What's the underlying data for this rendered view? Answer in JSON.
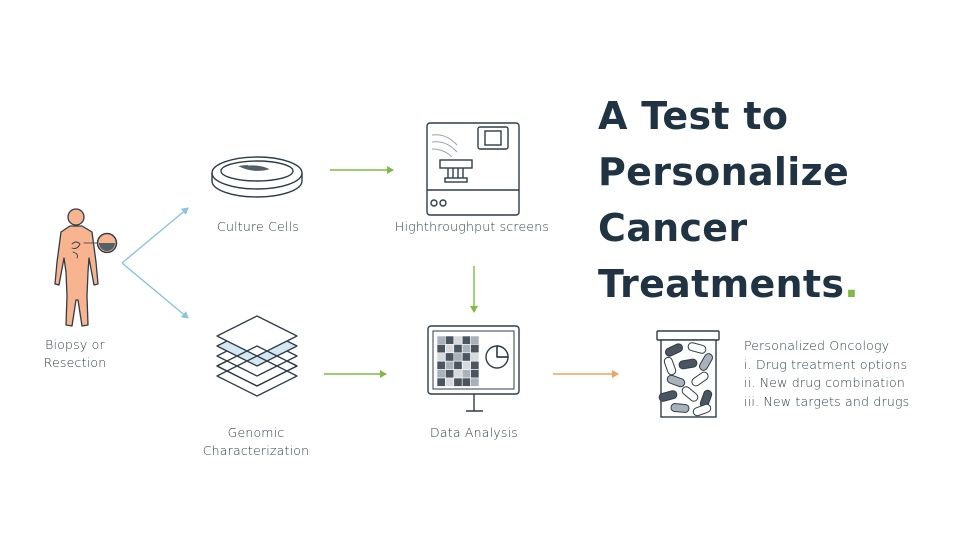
{
  "title": {
    "line1": "A Test to",
    "line2": "Personalize",
    "line3": "Cancer",
    "line4": "Treatments",
    "period": "."
  },
  "labels": {
    "biopsy_line1": "Biopsy or",
    "biopsy_line2": "Resection",
    "culture": "Culture Cells",
    "htp": "Highthroughput screens",
    "genomic_line1": "Genomic",
    "genomic_line2": "Characterization",
    "data_analysis": "Data Analysis"
  },
  "oncology": {
    "heading": "Personalized Oncology",
    "items": [
      "i. Drug treatment options",
      "ii. New drug combination",
      "iii. New targets and drugs"
    ]
  },
  "colors": {
    "ink": "#2f3d4a",
    "green_arrow": "#7dbb42",
    "blue_arrow": "#8cc3dc",
    "orange_arrow": "#f0a35a",
    "skin": "#f7b48f",
    "title": "#1f3342"
  },
  "icons": {
    "biopsy": "human-figure-icon",
    "culture": "petri-dish-icon",
    "htp": "lab-instrument-icon",
    "genomic": "stacked-layers-icon",
    "data": "monitor-heatmap-icon",
    "oncology": "pill-bottle-icon"
  }
}
